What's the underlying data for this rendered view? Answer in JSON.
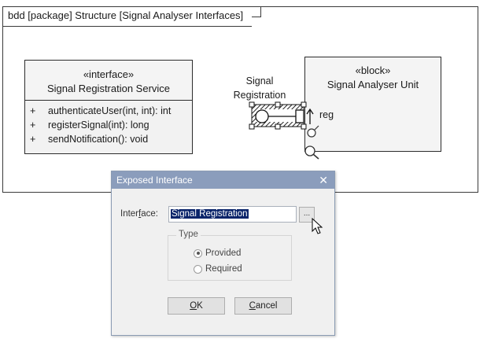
{
  "diagram": {
    "frame_title": "bdd  [package] Structure [Signal Analyser Interfaces]",
    "interface_block": {
      "stereotype": "«interface»",
      "name": "Signal Registration Service",
      "operations": [
        {
          "visibility": "+",
          "signature": "authenticateUser(int, int): int"
        },
        {
          "visibility": "+",
          "signature": "registerSignal(int): long"
        },
        {
          "visibility": "+",
          "signature": "sendNotification(): void"
        }
      ]
    },
    "block": {
      "stereotype": "«block»",
      "name": "Signal Analyser Unit"
    },
    "port_label_line1": "Signal",
    "port_label_line2": "Registration",
    "port_name": "reg"
  },
  "dialog": {
    "title": "Exposed Interface",
    "close_glyph": "✕",
    "interface_label_pre": "Inter",
    "interface_label_ul": "f",
    "interface_label_post": "ace:",
    "interface_value": "Signal Registration",
    "browse_label": "...",
    "type_group_title": "Type",
    "radio_provided": "Provided",
    "radio_required": "Required",
    "selected_type": "Provided",
    "ok_ul": "O",
    "ok_rest": "K",
    "cancel_ul": "C",
    "cancel_rest": "ancel"
  },
  "colors": {
    "titlebar": "#8b9dbc",
    "selection": "#0a246a"
  }
}
